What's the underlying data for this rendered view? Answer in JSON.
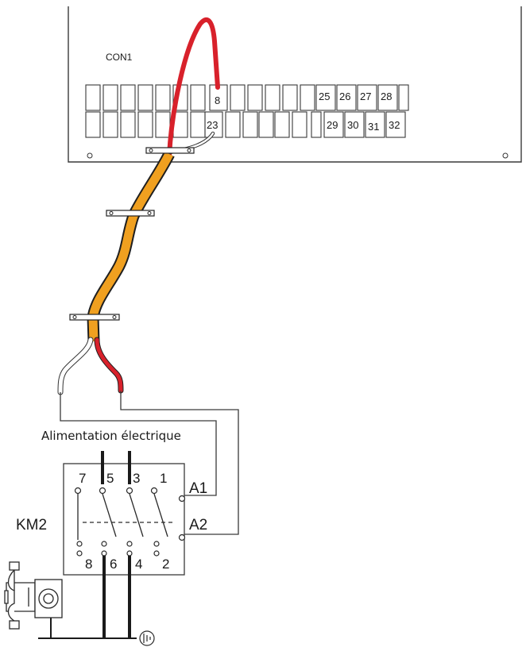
{
  "board": {
    "connector_label": "CON1",
    "top_row_terminals": [
      "8",
      "25",
      "26",
      "27",
      "28"
    ],
    "bottom_row_terminals": [
      "23",
      "29",
      "30",
      "31",
      "32"
    ]
  },
  "supply": {
    "label": "Alimentation électrique"
  },
  "contactor": {
    "name": "KM2",
    "top_contacts": [
      "7",
      "5",
      "3",
      "1"
    ],
    "bottom_contacts": [
      "8",
      "6",
      "4",
      "2"
    ],
    "coil_terminals": [
      "A1",
      "A2"
    ]
  },
  "colors": {
    "red_wire": "#d8212b",
    "cable_sheath": "#f0a020",
    "line": "#222222"
  },
  "icons": {
    "pump": "circulator-pump-icon",
    "earth": "ground-symbol-icon"
  }
}
